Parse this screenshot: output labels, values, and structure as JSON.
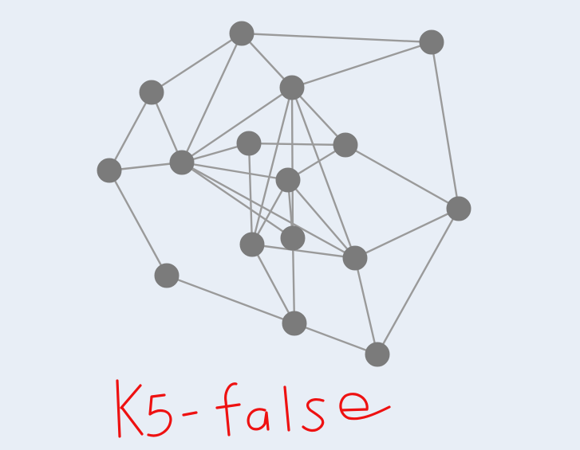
{
  "handwritten_label": "K5- false",
  "colors": {
    "background": "#e8eef6",
    "edge": "#9a9a9a",
    "node": "#7b7b7b",
    "ink": "#ee1111"
  },
  "graph": {
    "node_count": 16,
    "nodes": [
      "n1",
      "n2",
      "n3",
      "n4",
      "n5",
      "n6",
      "n7",
      "n8",
      "n9",
      "n10",
      "n11",
      "n12",
      "n13",
      "n14",
      "n15",
      "n16"
    ],
    "edges": [
      [
        "n1",
        "n2"
      ],
      [
        "n1",
        "n3"
      ],
      [
        "n1",
        "n4"
      ],
      [
        "n1",
        "n6"
      ],
      [
        "n2",
        "n3"
      ],
      [
        "n2",
        "n9"
      ],
      [
        "n3",
        "n6"
      ],
      [
        "n3",
        "n8"
      ],
      [
        "n3",
        "n12"
      ],
      [
        "n3",
        "n13"
      ],
      [
        "n3",
        "n14"
      ],
      [
        "n4",
        "n5"
      ],
      [
        "n4",
        "n6"
      ],
      [
        "n5",
        "n6"
      ],
      [
        "n5",
        "n11"
      ],
      [
        "n6",
        "n7"
      ],
      [
        "n6",
        "n10"
      ],
      [
        "n6",
        "n13"
      ],
      [
        "n6",
        "n14"
      ],
      [
        "n7",
        "n8"
      ],
      [
        "n7",
        "n12"
      ],
      [
        "n8",
        "n9"
      ],
      [
        "n8",
        "n10"
      ],
      [
        "n9",
        "n14"
      ],
      [
        "n9",
        "n16"
      ],
      [
        "n10",
        "n12"
      ],
      [
        "n10",
        "n13"
      ],
      [
        "n10",
        "n14"
      ],
      [
        "n11",
        "n15"
      ],
      [
        "n12",
        "n14"
      ],
      [
        "n12",
        "n15"
      ],
      [
        "n13",
        "n15"
      ],
      [
        "n14",
        "n16"
      ],
      [
        "n15",
        "n16"
      ]
    ]
  }
}
